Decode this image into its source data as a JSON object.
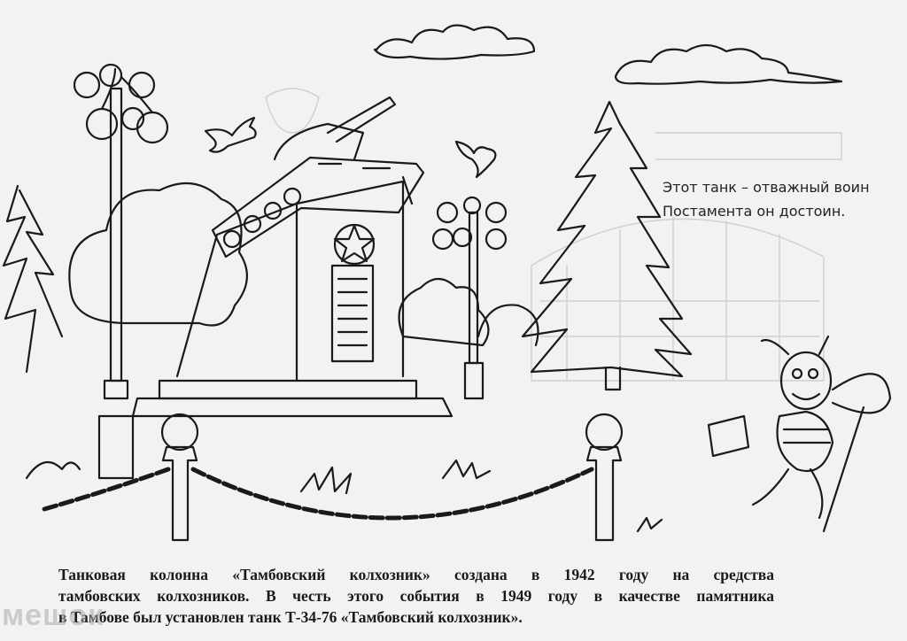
{
  "poem": {
    "line1": "Этот танк – отважный воин",
    "line2": "Постамента он достоин."
  },
  "caption": {
    "line1": "Танковая колонна «Тамбовский колхозник» создана в 1942 году на средства",
    "line2": "тамбовских колхозников. В честь этого события в 1949 году в качестве памятника",
    "line3": "в Тамбове был установлен танк Т-34-76 «Тамбовский колхозник»."
  },
  "watermark": "мешок",
  "colors": {
    "paper": "#f2f2f0",
    "ink": "#1a1a1a",
    "bleed": "#c8c8c8"
  }
}
